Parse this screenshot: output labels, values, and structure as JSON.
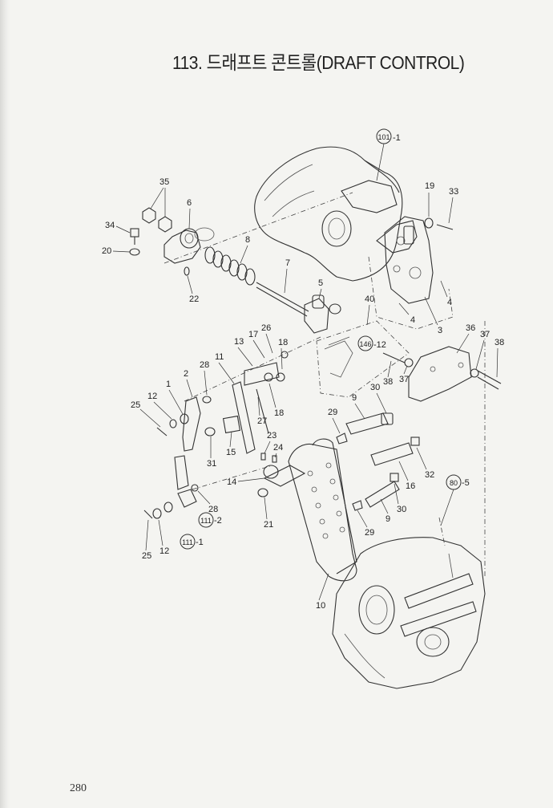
{
  "title": "113. 드래프트 콘트롤(DRAFT CONTROL)",
  "page_number": "280",
  "callouts": [
    {
      "ref": "101",
      "suffix": "-1"
    },
    {
      "ref": "146",
      "suffix": "-12"
    },
    {
      "ref": "80",
      "suffix": "-5"
    },
    {
      "ref": "111",
      "suffix": "-2"
    },
    {
      "ref": "111",
      "suffix": "-1"
    }
  ],
  "part_labels": {
    "p35": "35",
    "p6": "6",
    "p34": "34",
    "p20": "20",
    "p8": "8",
    "p22": "22",
    "p7": "7",
    "p5": "5",
    "p40": "40",
    "p19": "19",
    "p33": "33",
    "p4a": "4",
    "p4b": "4",
    "p3": "3",
    "p36": "36",
    "p37a": "37",
    "p38a": "38",
    "p38b": "38",
    "p37b": "37",
    "p26": "26",
    "p17": "17",
    "p18a": "18",
    "p13": "13",
    "p11": "11",
    "p28a": "28",
    "p2": "2",
    "p1": "1",
    "p12a": "12",
    "p25a": "25",
    "p27": "27",
    "p18b": "18",
    "p9a": "9",
    "p30a": "30",
    "p29a": "29",
    "p23": "23",
    "p24": "24",
    "p31": "31",
    "p15": "15",
    "p14": "14",
    "p21": "21",
    "p28b": "28",
    "p25b": "25",
    "p12b": "12",
    "p16": "16",
    "p32": "32",
    "p30b": "30",
    "p9b": "9",
    "p29b": "29",
    "p10": "10"
  }
}
